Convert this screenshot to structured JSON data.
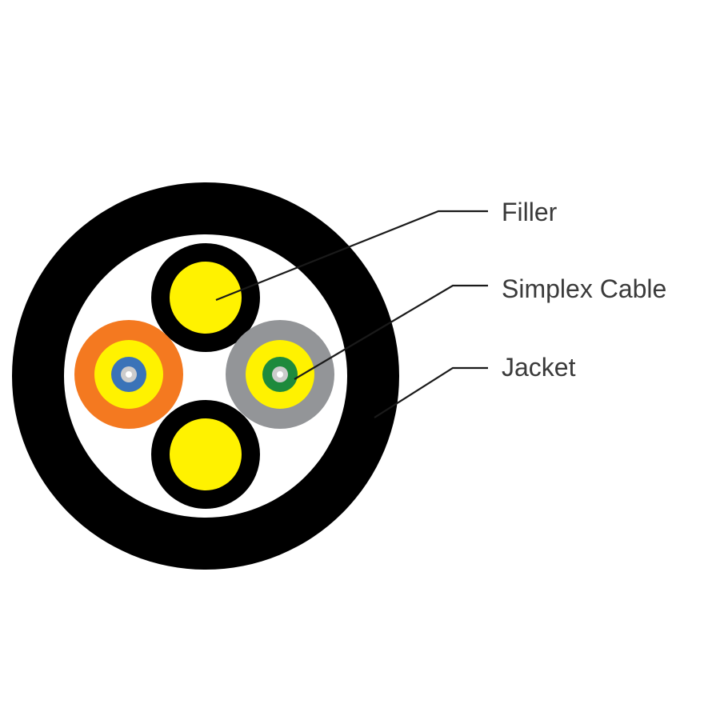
{
  "labels": {
    "filler": "Filler",
    "simplex_cable": "Simplex Cable",
    "jacket": "Jacket"
  },
  "colors": {
    "jacket": "#000000",
    "interior": "#ffffff",
    "filler_sheath": "#000000",
    "filler_core": "#fff200",
    "left_simplex_outer": "#f47920",
    "right_simplex_outer": "#939598",
    "buffer": "#fff200",
    "left_fiber_coating": "#3a73b8",
    "right_fiber_coating": "#1e8a3c",
    "fiber_core": "#cccccc",
    "leader_line": "#1a1a1a",
    "label_text": "#3a3a3a"
  }
}
